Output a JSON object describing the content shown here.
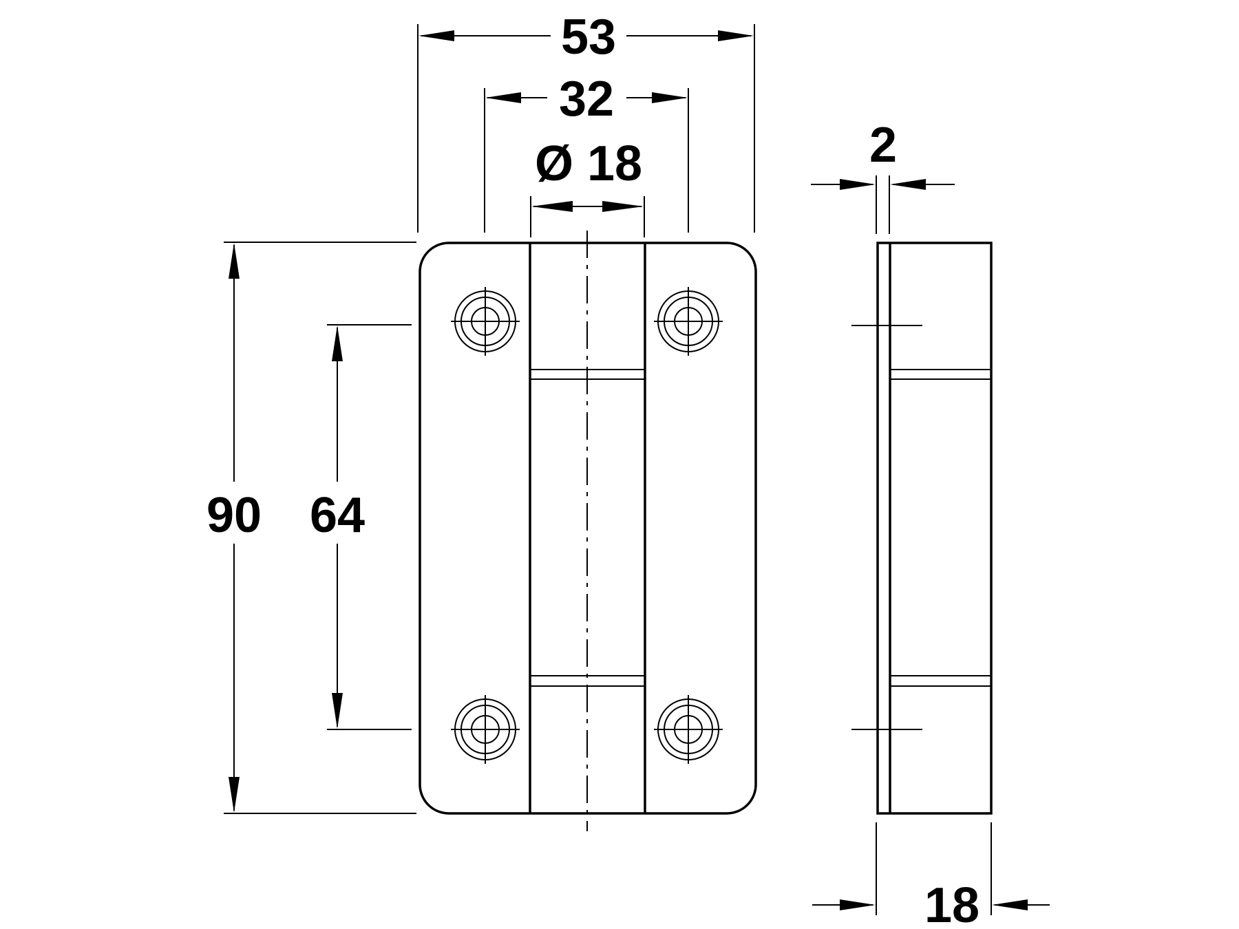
{
  "dimensions": {
    "overall_width": "53",
    "hinge_spacing": "32",
    "knuckle_diameter": "Ø 18",
    "overall_height": "90",
    "hole_spacing": "64",
    "leaf_thickness": "2",
    "side_depth": "18"
  }
}
